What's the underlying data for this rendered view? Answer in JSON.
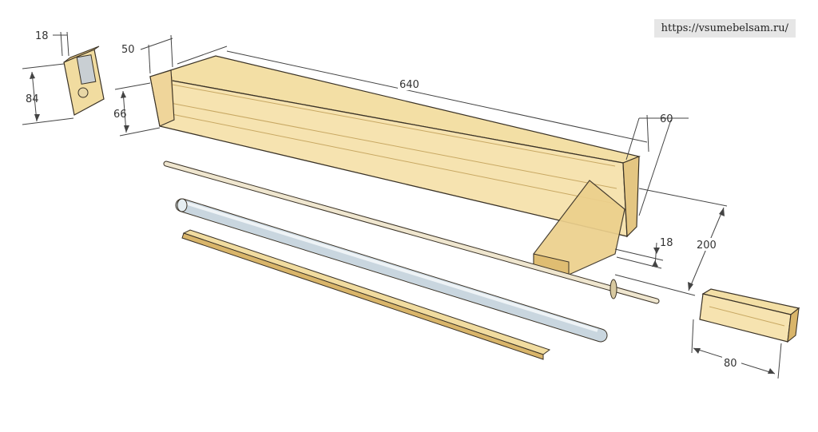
{
  "watermark": "https://vsumebelsam.ru/",
  "dimensions": {
    "d18_top": "18",
    "d84": "84",
    "d50": "50",
    "d66": "66",
    "d640": "640",
    "d60": "60",
    "d18_side": "18",
    "d200": "200",
    "d80": "80"
  },
  "colors": {
    "wood_light": "#f6e3b0",
    "wood_mid": "#ecd08c",
    "wood_dark": "#d9b56a",
    "outline": "#3a3226",
    "metal": "#c9d6df",
    "dowel": "#efe6cf"
  }
}
